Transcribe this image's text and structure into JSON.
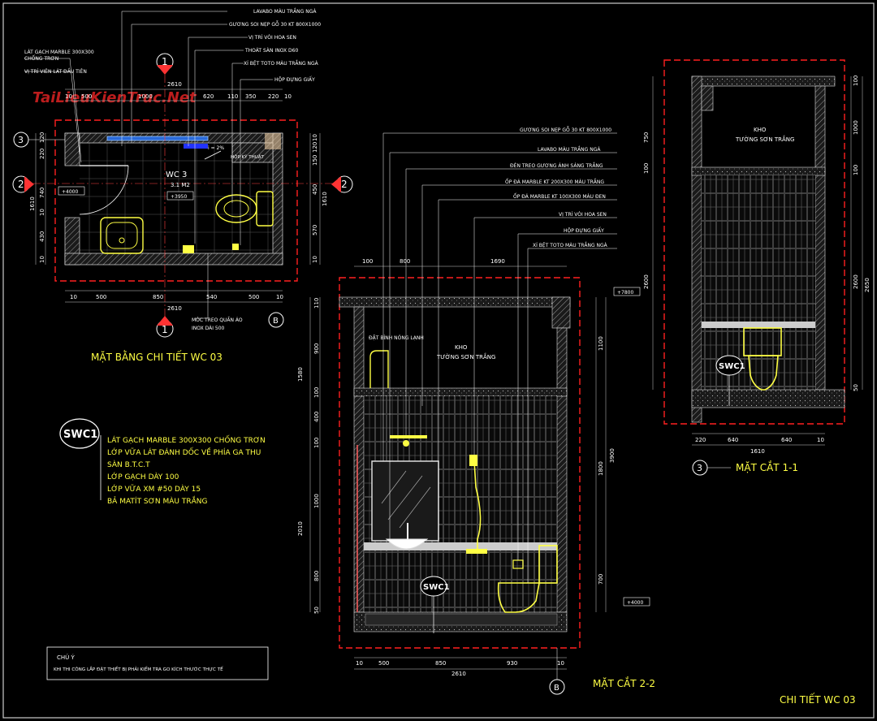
{
  "watermark": "TaiLieuKienTruc.Net",
  "plan": {
    "title": "MẶT BẰNG CHI TIẾT WC 03",
    "room_name": "WC 3",
    "room_area": "3.1 M2",
    "level_a": "+4000",
    "level_b": "+3950",
    "slope": "i = 2%",
    "shaft": "HỘP KỸ THUẬT",
    "top_labels": [
      "LAVABO MÀU TRẮNG NGÀ",
      "GƯƠNG SOI NẸP GỖ 30 KT 800X1000",
      "VỊ TRÍ VÒI HOA SEN",
      "THOÁT SÀN INOX D60",
      "XÍ BỆT TOTO MÀU TRẮNG NGÀ",
      "HỘP ĐỰNG GIẤY"
    ],
    "left_labels": [
      "LÁT GẠCH MARBLE 300X300",
      "CHỐNG TRƠN",
      "VỊ TRÍ VIÊN LÁT ĐẦU TIÊN"
    ],
    "bottom_label_1": "MÓC TREO QUẦN ÁO",
    "bottom_label_2": "INOX DÀI 500",
    "top_dims": [
      "10",
      "500",
      "1000",
      "620",
      "110",
      "350",
      "220",
      "10"
    ],
    "top_total": "2610",
    "bottom_dims": [
      "10",
      "500",
      "850",
      "540",
      "500",
      "10"
    ],
    "bottom_total": "2610",
    "left_dims": [
      "120",
      "220",
      "740",
      "10",
      "430",
      "10"
    ],
    "left_total": "1610",
    "right_dims": [
      "10",
      "120",
      "150",
      "450",
      "570",
      "10"
    ],
    "right_total": "1610",
    "axis_1": "1",
    "axis_2": "2",
    "axis_3": "3",
    "axis_b": "B"
  },
  "legend": {
    "tag": "SWC1",
    "lines": [
      "LÁT GẠCH MARBLE 300X300 CHỐNG TRƠN",
      "LỚP VỮA LÁT ĐÁNH DỐC VỀ PHÍA GA THU",
      "SÀN B.T.C.T",
      "LỚP GẠCH DÀY 100",
      "LỚP VỮA XM #50 DÀY 15",
      "BẢ MATÍT SƠN MÀU TRẮNG"
    ]
  },
  "note": {
    "title": "CHÚ Ý",
    "text": "KHI THI CÔNG LẮP ĐẶT THIẾT BỊ PHẢI KIỂM TRA GO KÍCH THƯỚC THỰC TẾ"
  },
  "section22": {
    "title": "MẶT CẮT 2-2",
    "kho_1": "KHO",
    "kho_2": "TƯỜNG SƠN TRẮNG",
    "heater": "ĐẶT BÌNH NÓNG LẠNH",
    "labels": [
      "GƯƠNG SOI NẸP GỖ 30 KT 800X1000",
      "LAVABO MÀU TRẮNG NGÀ",
      "ĐÈN TREO GƯƠNG ÁNH SÁNG TRẮNG",
      "ỐP ĐÁ MARBLE KT 200X300 MÀU TRẮNG",
      "ỐP ĐÁ MARBLE KT 100X300 MÀU ĐEN",
      "VỊ TRÍ VÒI HOA SEN",
      "HỘP ĐỰNG GIẤY",
      "XÍ BỆT TOTO MÀU TRẮNG NGÀ"
    ],
    "top_dims": [
      "100",
      "800",
      "1690"
    ],
    "bottom_dims": [
      "10",
      "500",
      "850",
      "930",
      "10"
    ],
    "bottom_total": "2610",
    "left_dims": [
      "110",
      "900",
      "100",
      "400",
      "100",
      "1000",
      "800",
      "50"
    ],
    "left_mid": [
      "1580",
      "2010"
    ],
    "right_dims": [
      "1100",
      "1800",
      "700"
    ],
    "right_total": "3900",
    "level_top": "+7800",
    "level_bottom": "+4000",
    "tag": "SWC1",
    "axis_b": "B"
  },
  "section11": {
    "title": "MẶT CẮT 1-1",
    "kho_1": "KHO",
    "kho_2": "TƯỜNG SƠN TRẮNG",
    "bottom_dims": [
      "220",
      "640",
      "640",
      "10"
    ],
    "bottom_total": "1610",
    "left_dims": [
      "750",
      "100",
      "2600"
    ],
    "right_dims": [
      "100",
      "1000",
      "100",
      "2600",
      "50"
    ],
    "right_total": "2650",
    "tag": "SWC1",
    "axis_3": "3"
  },
  "sheet_title": "CHI TIẾT WC 03"
}
